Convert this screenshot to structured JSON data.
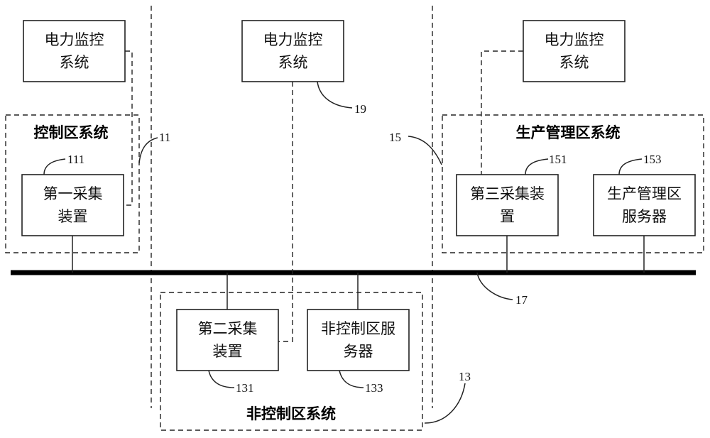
{
  "monitor": {
    "line1": "电力监控",
    "line2": "系统"
  },
  "control_zone": {
    "title": "控制区系统",
    "device": {
      "line1": "第一采集",
      "line2": "装置",
      "ref": "111"
    },
    "ref": "11"
  },
  "noncontrol_zone": {
    "title": "非控制区系统",
    "device": {
      "line1": "第二采集",
      "line2": "装置",
      "ref": "131"
    },
    "server": {
      "line1": "非控制区服",
      "line2": "务器",
      "ref": "133"
    },
    "ref": "13"
  },
  "production_zone": {
    "title": "生产管理区系统",
    "device": {
      "line1": "第三采集装",
      "line2": "置",
      "ref": "151"
    },
    "server": {
      "line1": "生产管理区",
      "line2": "服务器",
      "ref": "153"
    },
    "ref": "15"
  },
  "monitor_ref": "19",
  "bus_ref": "17"
}
